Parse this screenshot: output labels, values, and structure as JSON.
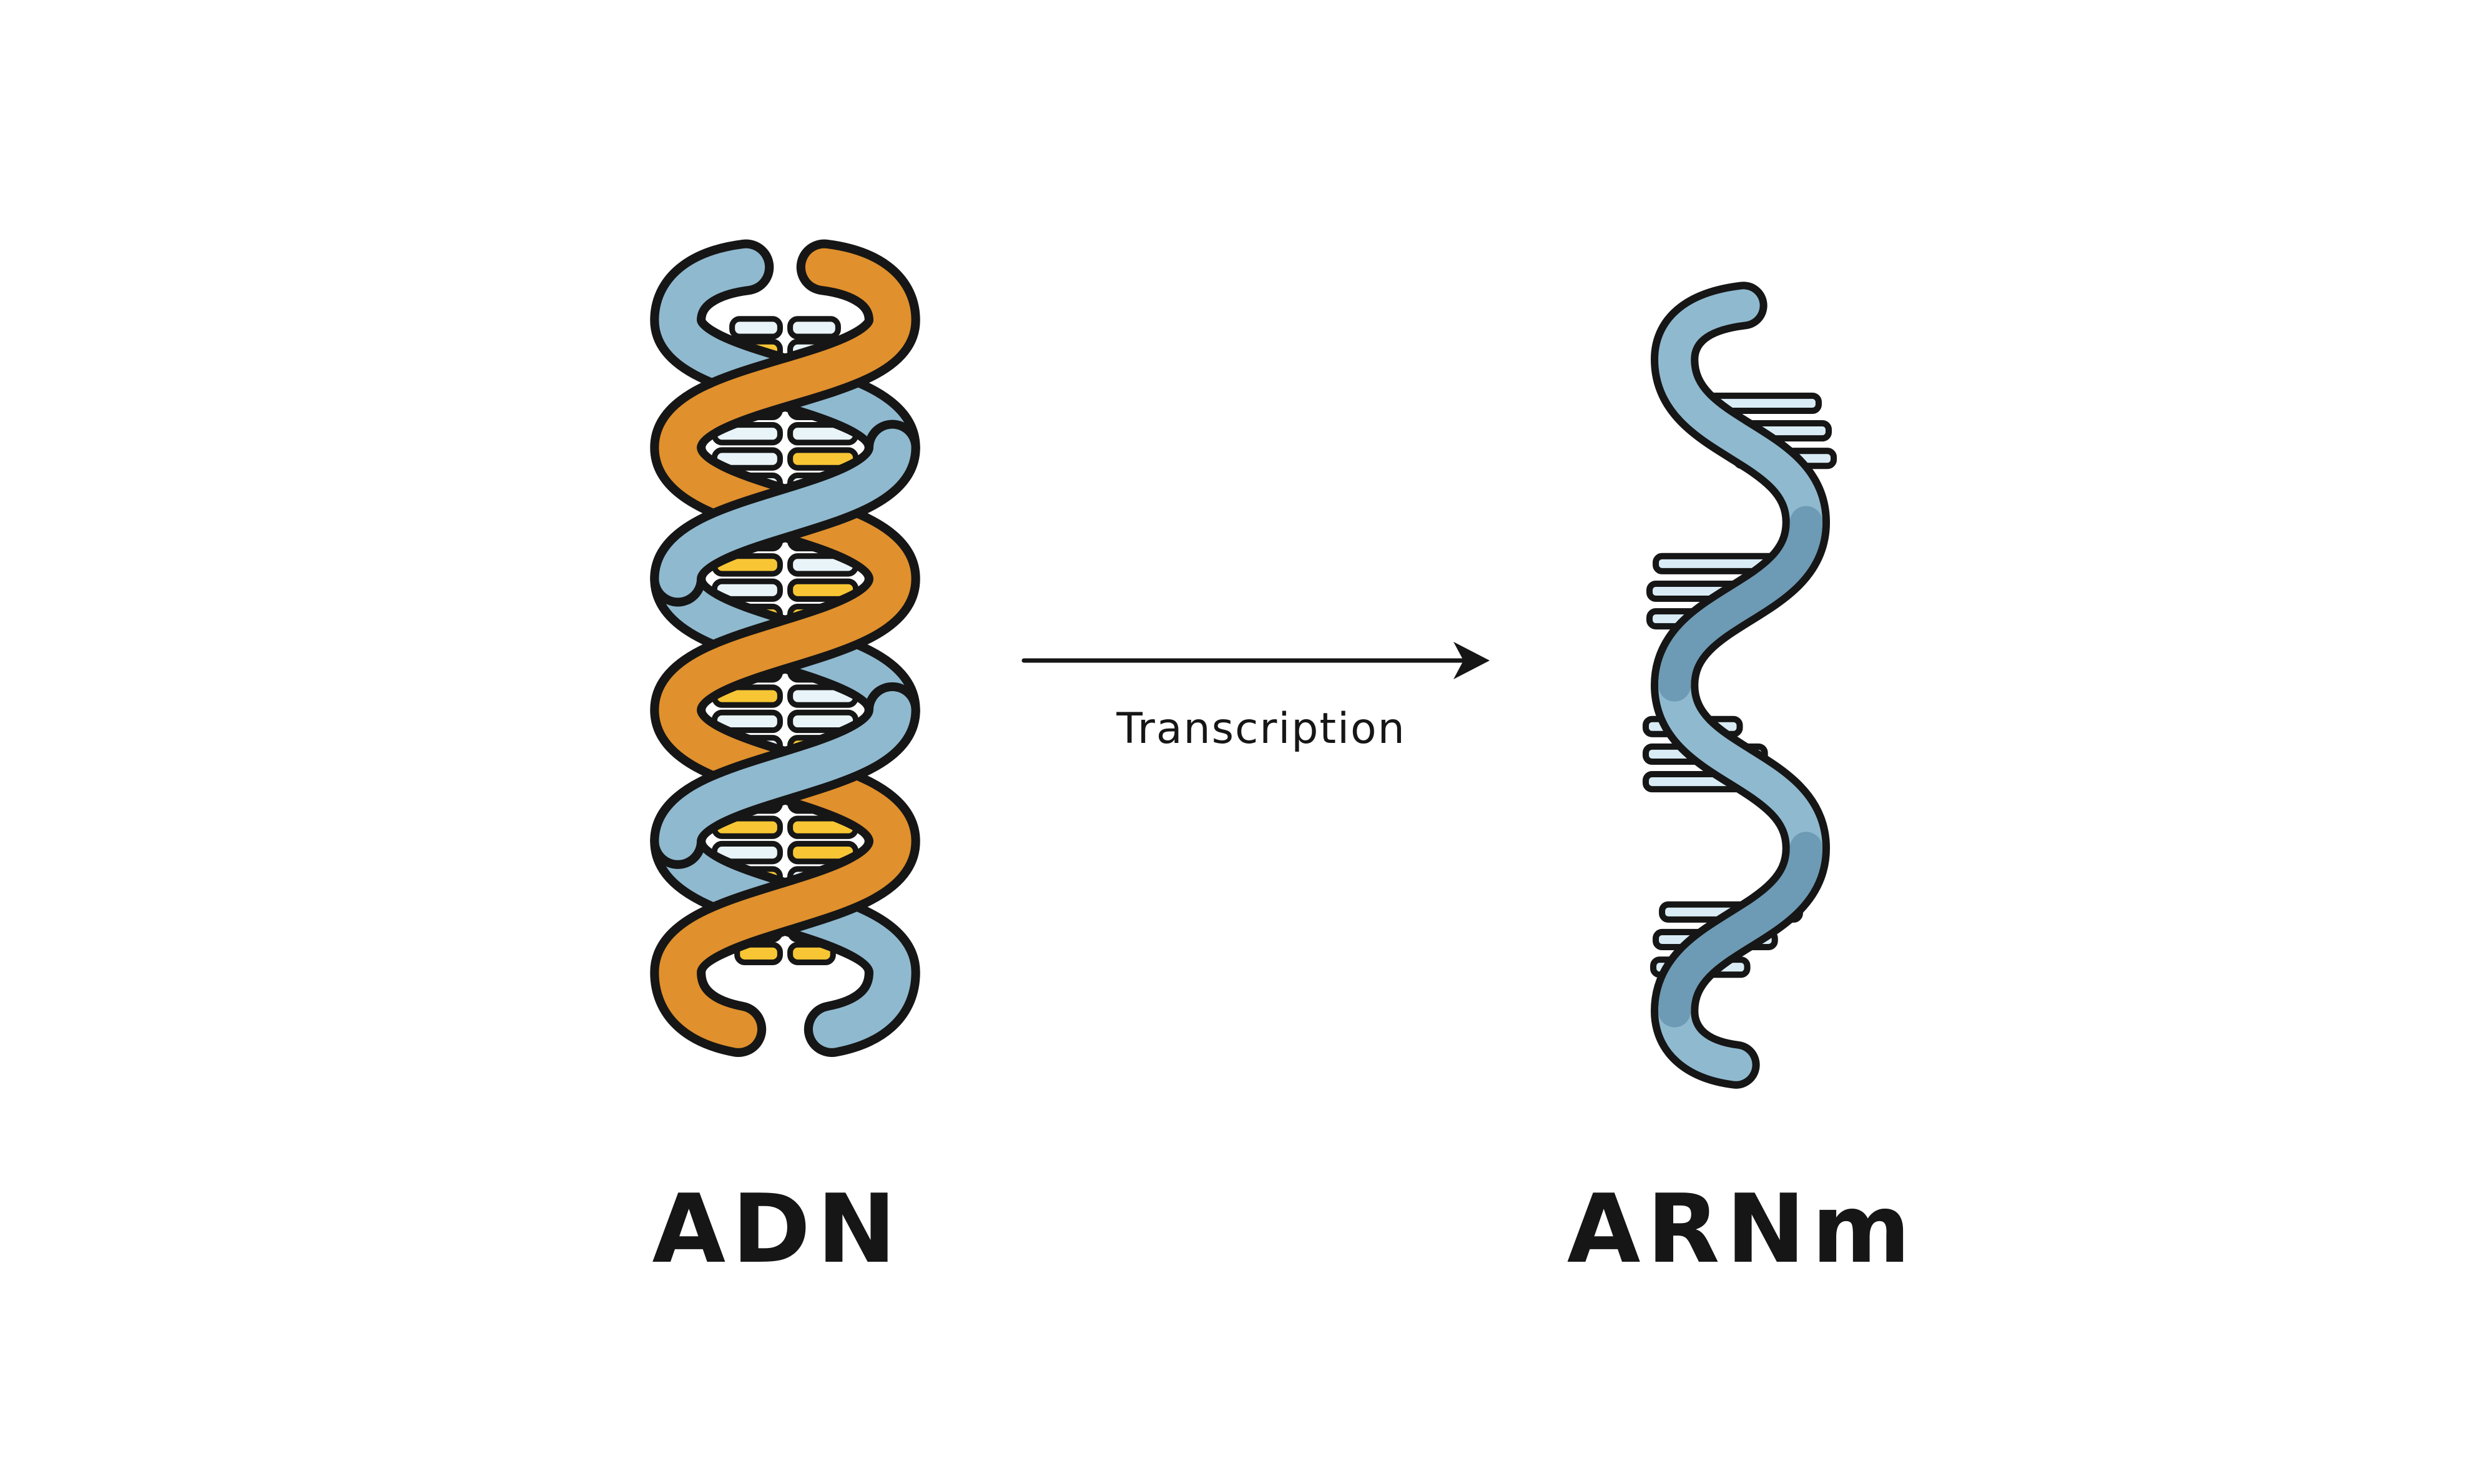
{
  "diagram": {
    "source_label": "ADN",
    "product_label": "ARNm",
    "process_label": "Transcription"
  },
  "illustrations": {
    "left": "dna-double-helix",
    "right": "mrna-single-strand",
    "connector": "right-arrow"
  },
  "colors": {
    "background": "#ffffff",
    "outline": "#161616",
    "text": "#161616",
    "dna_blue": "#8fb9cf",
    "dna_orange": "#e0902c",
    "rung_yellow": "#f8c634",
    "rung_pale": "#e9f4f9",
    "rna_blue": "#8fb9cf",
    "rna_shade": "#6d9ab4",
    "bar_pale": "#d9ecf5"
  }
}
